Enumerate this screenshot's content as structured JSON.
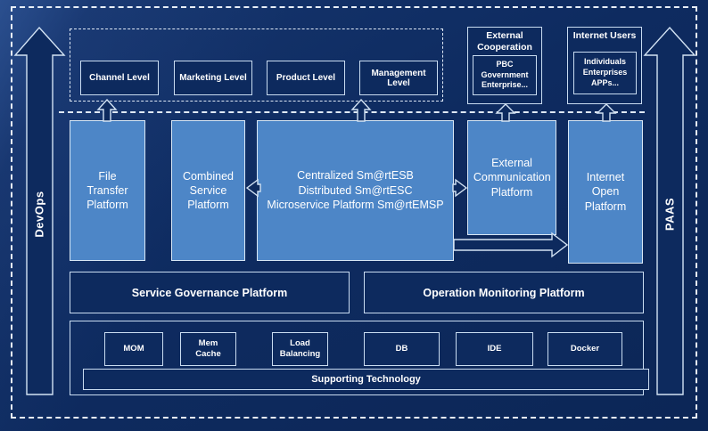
{
  "colors": {
    "background": "#0d2a5e",
    "platform_blue": "#4d86c7",
    "line_light": "#d9e8f6",
    "text": "#ffffff"
  },
  "rails": {
    "left": "DevOps",
    "right": "PAAS"
  },
  "levels": [
    "Channel Level",
    "Marketing Level",
    "Product Level",
    "Management Level"
  ],
  "external_cooperation": {
    "title": "External Cooperation",
    "member_lines": [
      "PBC Government",
      "Enterprise..."
    ]
  },
  "internet_users": {
    "title": "Internet Users",
    "member_lines": [
      "Individuals",
      "Enterprises",
      "APPs..."
    ]
  },
  "platforms": {
    "file_transfer": "File Transfer Platform",
    "combined_service": "Combined Service Platform",
    "esb_lines": [
      "Centralized Sm@rtESB",
      "Distributed Sm@rtESC",
      "Microservice Platform Sm@rtEMSP"
    ],
    "external_communication": "External Communication Platform",
    "internet_open": "Internet Open Platform"
  },
  "governance": "Service Governance Platform",
  "monitoring": "Operation Monitoring Platform",
  "technologies": [
    "MOM",
    "Mem Cache",
    "Load Balancing",
    "DB",
    "IDE",
    "Docker"
  ],
  "supporting": "Supporting Technology"
}
